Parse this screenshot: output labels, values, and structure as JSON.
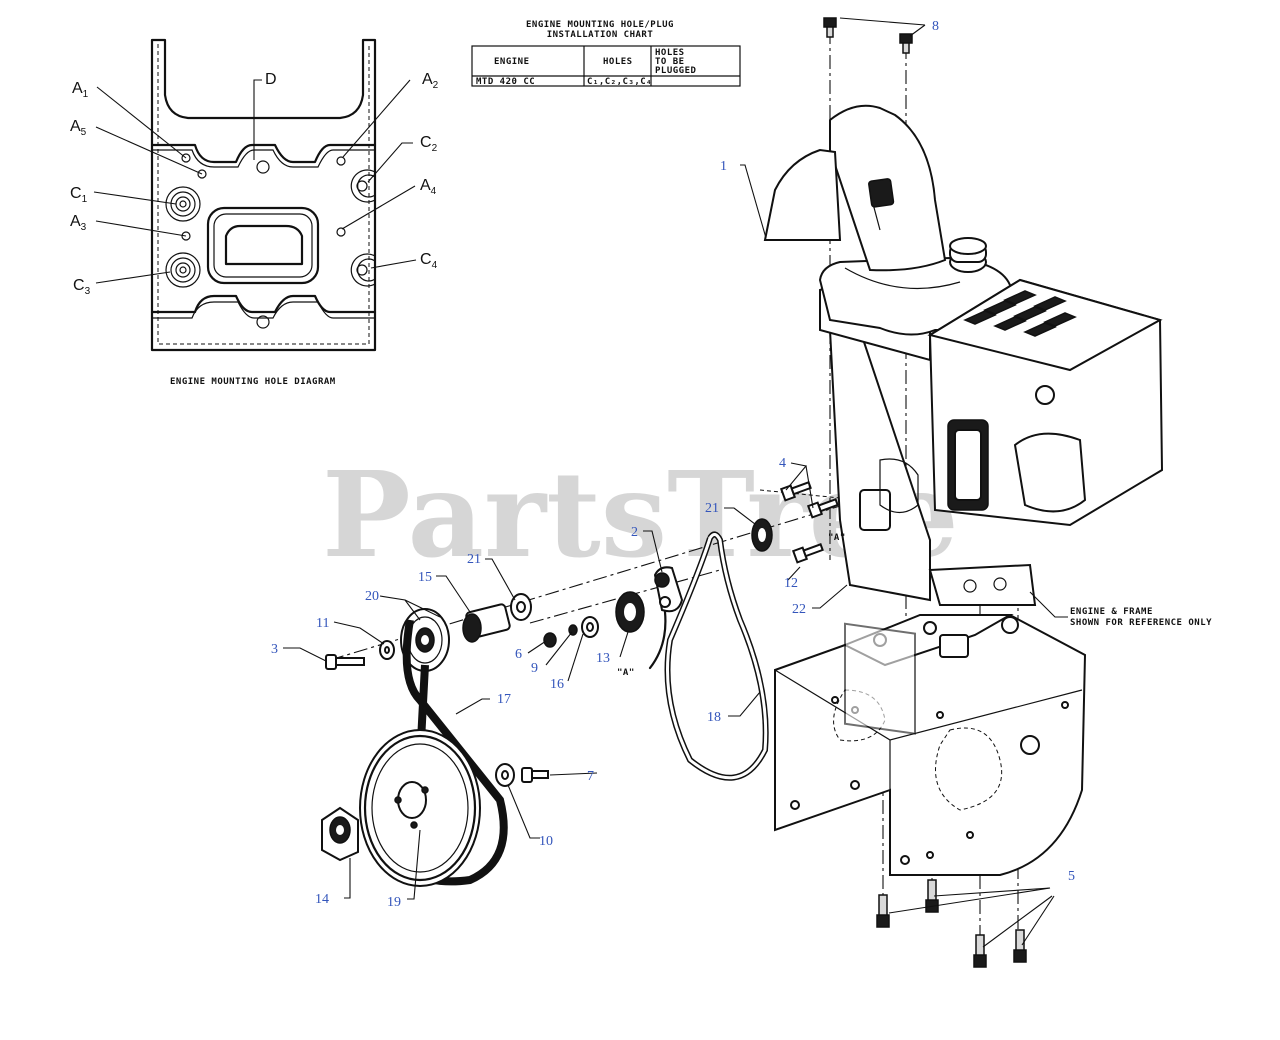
{
  "hole_diagram": {
    "caption": "ENGINE MOUNTING HOLE DIAGRAM",
    "labels": [
      {
        "id": "A",
        "sub": "1"
      },
      {
        "id": "A",
        "sub": "5"
      },
      {
        "id": "C",
        "sub": "1"
      },
      {
        "id": "A",
        "sub": "3"
      },
      {
        "id": "C",
        "sub": "3"
      },
      {
        "id": "D",
        "sub": ""
      },
      {
        "id": "A",
        "sub": "2"
      },
      {
        "id": "C",
        "sub": "2"
      },
      {
        "id": "A",
        "sub": "4"
      },
      {
        "id": "C",
        "sub": "4"
      }
    ]
  },
  "chart": {
    "title_line1": "ENGINE MOUNTING HOLE/PLUG",
    "title_line2": "INSTALLATION CHART",
    "headers": [
      "ENGINE",
      "HOLES",
      "HOLES TO BE PLUGGED"
    ],
    "header_plugged_lines": [
      "HOLES",
      "TO BE",
      "PLUGGED"
    ],
    "row": [
      "MTD 420 CC",
      "C₁,C₂,C₃,C₄",
      ""
    ]
  },
  "callouts": [
    "1",
    "2",
    "3",
    "4",
    "5",
    "6",
    "7",
    "8",
    "9",
    "10",
    "11",
    "12",
    "13",
    "14",
    "15",
    "16",
    "17",
    "18",
    "19",
    "20",
    "21",
    "21",
    "22"
  ],
  "reference_marks": [
    "\"A\"",
    "\"A\""
  ],
  "note_line1": "ENGINE & FRAME",
  "note_line2": "SHOWN FOR REFERENCE ONLY",
  "watermark": "PartsTree"
}
